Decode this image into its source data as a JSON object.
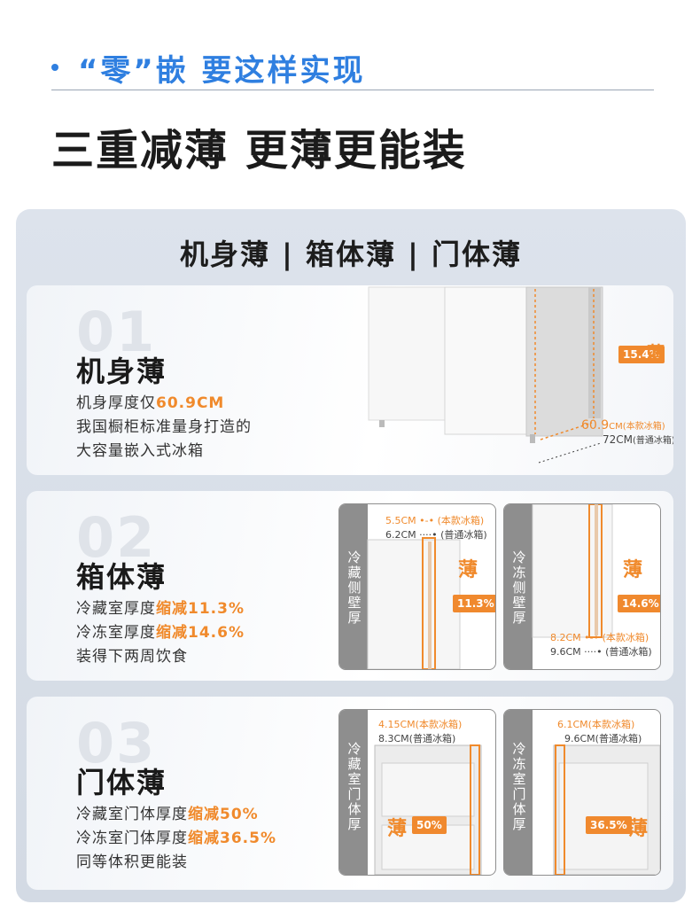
{
  "header": {
    "label": "“零”嵌 要这样实现"
  },
  "headline": "三重减薄 更薄更能装",
  "panel": {
    "title": "机身薄 | 箱体薄 | 门体薄"
  },
  "cards": [
    {
      "num": "01",
      "title": "机身薄",
      "desc": [
        {
          "pre": "机身厚度仅",
          "hl": "60.9CM"
        },
        {
          "pre": "我国橱柜标准量身打造的",
          "hl": ""
        },
        {
          "pre": "大容量嵌入式冰箱",
          "hl": ""
        }
      ],
      "badge": "15.4%",
      "thin": "薄",
      "m1_value": "60.9",
      "m1_unit": "CM",
      "m1_note": "(本款冰箱)",
      "m2_value": "72CM",
      "m2_note": "(普通冰箱)"
    },
    {
      "num": "02",
      "title": "箱体薄",
      "desc": [
        {
          "pre": "冷藏室厚度",
          "hl": "缩减11.3%"
        },
        {
          "pre": "冷冻室厚度",
          "hl": "缩减14.6%"
        },
        {
          "pre": "装得下两周饮食",
          "hl": ""
        }
      ],
      "left": {
        "side": "冷藏侧壁厚",
        "badge": "11.3%",
        "thin": "薄",
        "m1": "5.5CM",
        "m1_note": "(本款冰箱)",
        "m2": "6.2CM",
        "m2_note": "(普通冰箱)"
      },
      "right": {
        "side": "冷冻侧壁厚",
        "badge": "14.6%",
        "thin": "薄",
        "m1": "8.2CM",
        "m1_note": "(本款冰箱)",
        "m2": "9.6CM",
        "m2_note": "(普通冰箱)"
      }
    },
    {
      "num": "03",
      "title": "门体薄",
      "desc": [
        {
          "pre": "冷藏室门体厚度",
          "hl": "缩减50%"
        },
        {
          "pre": "冷冻室门体厚度",
          "hl": "缩减36.5%"
        },
        {
          "pre": "同等体积更能装",
          "hl": ""
        }
      ],
      "left": {
        "side": "冷藏室门体厚",
        "badge": "50%",
        "thin": "薄",
        "m1": "4.15CM(本款冰箱)",
        "m2": "8.3CM(普通冰箱)"
      },
      "right": {
        "side": "冷冻室门体厚",
        "badge": "36.5%",
        "thin": "薄",
        "m1": "6.1CM(本款冰箱)",
        "m2": "9.6CM(普通冰箱)"
      }
    }
  ],
  "colors": {
    "accent_blue": "#2f7fe0",
    "accent_orange": "#f08a2c",
    "side_strip": "#8e8e8e"
  }
}
